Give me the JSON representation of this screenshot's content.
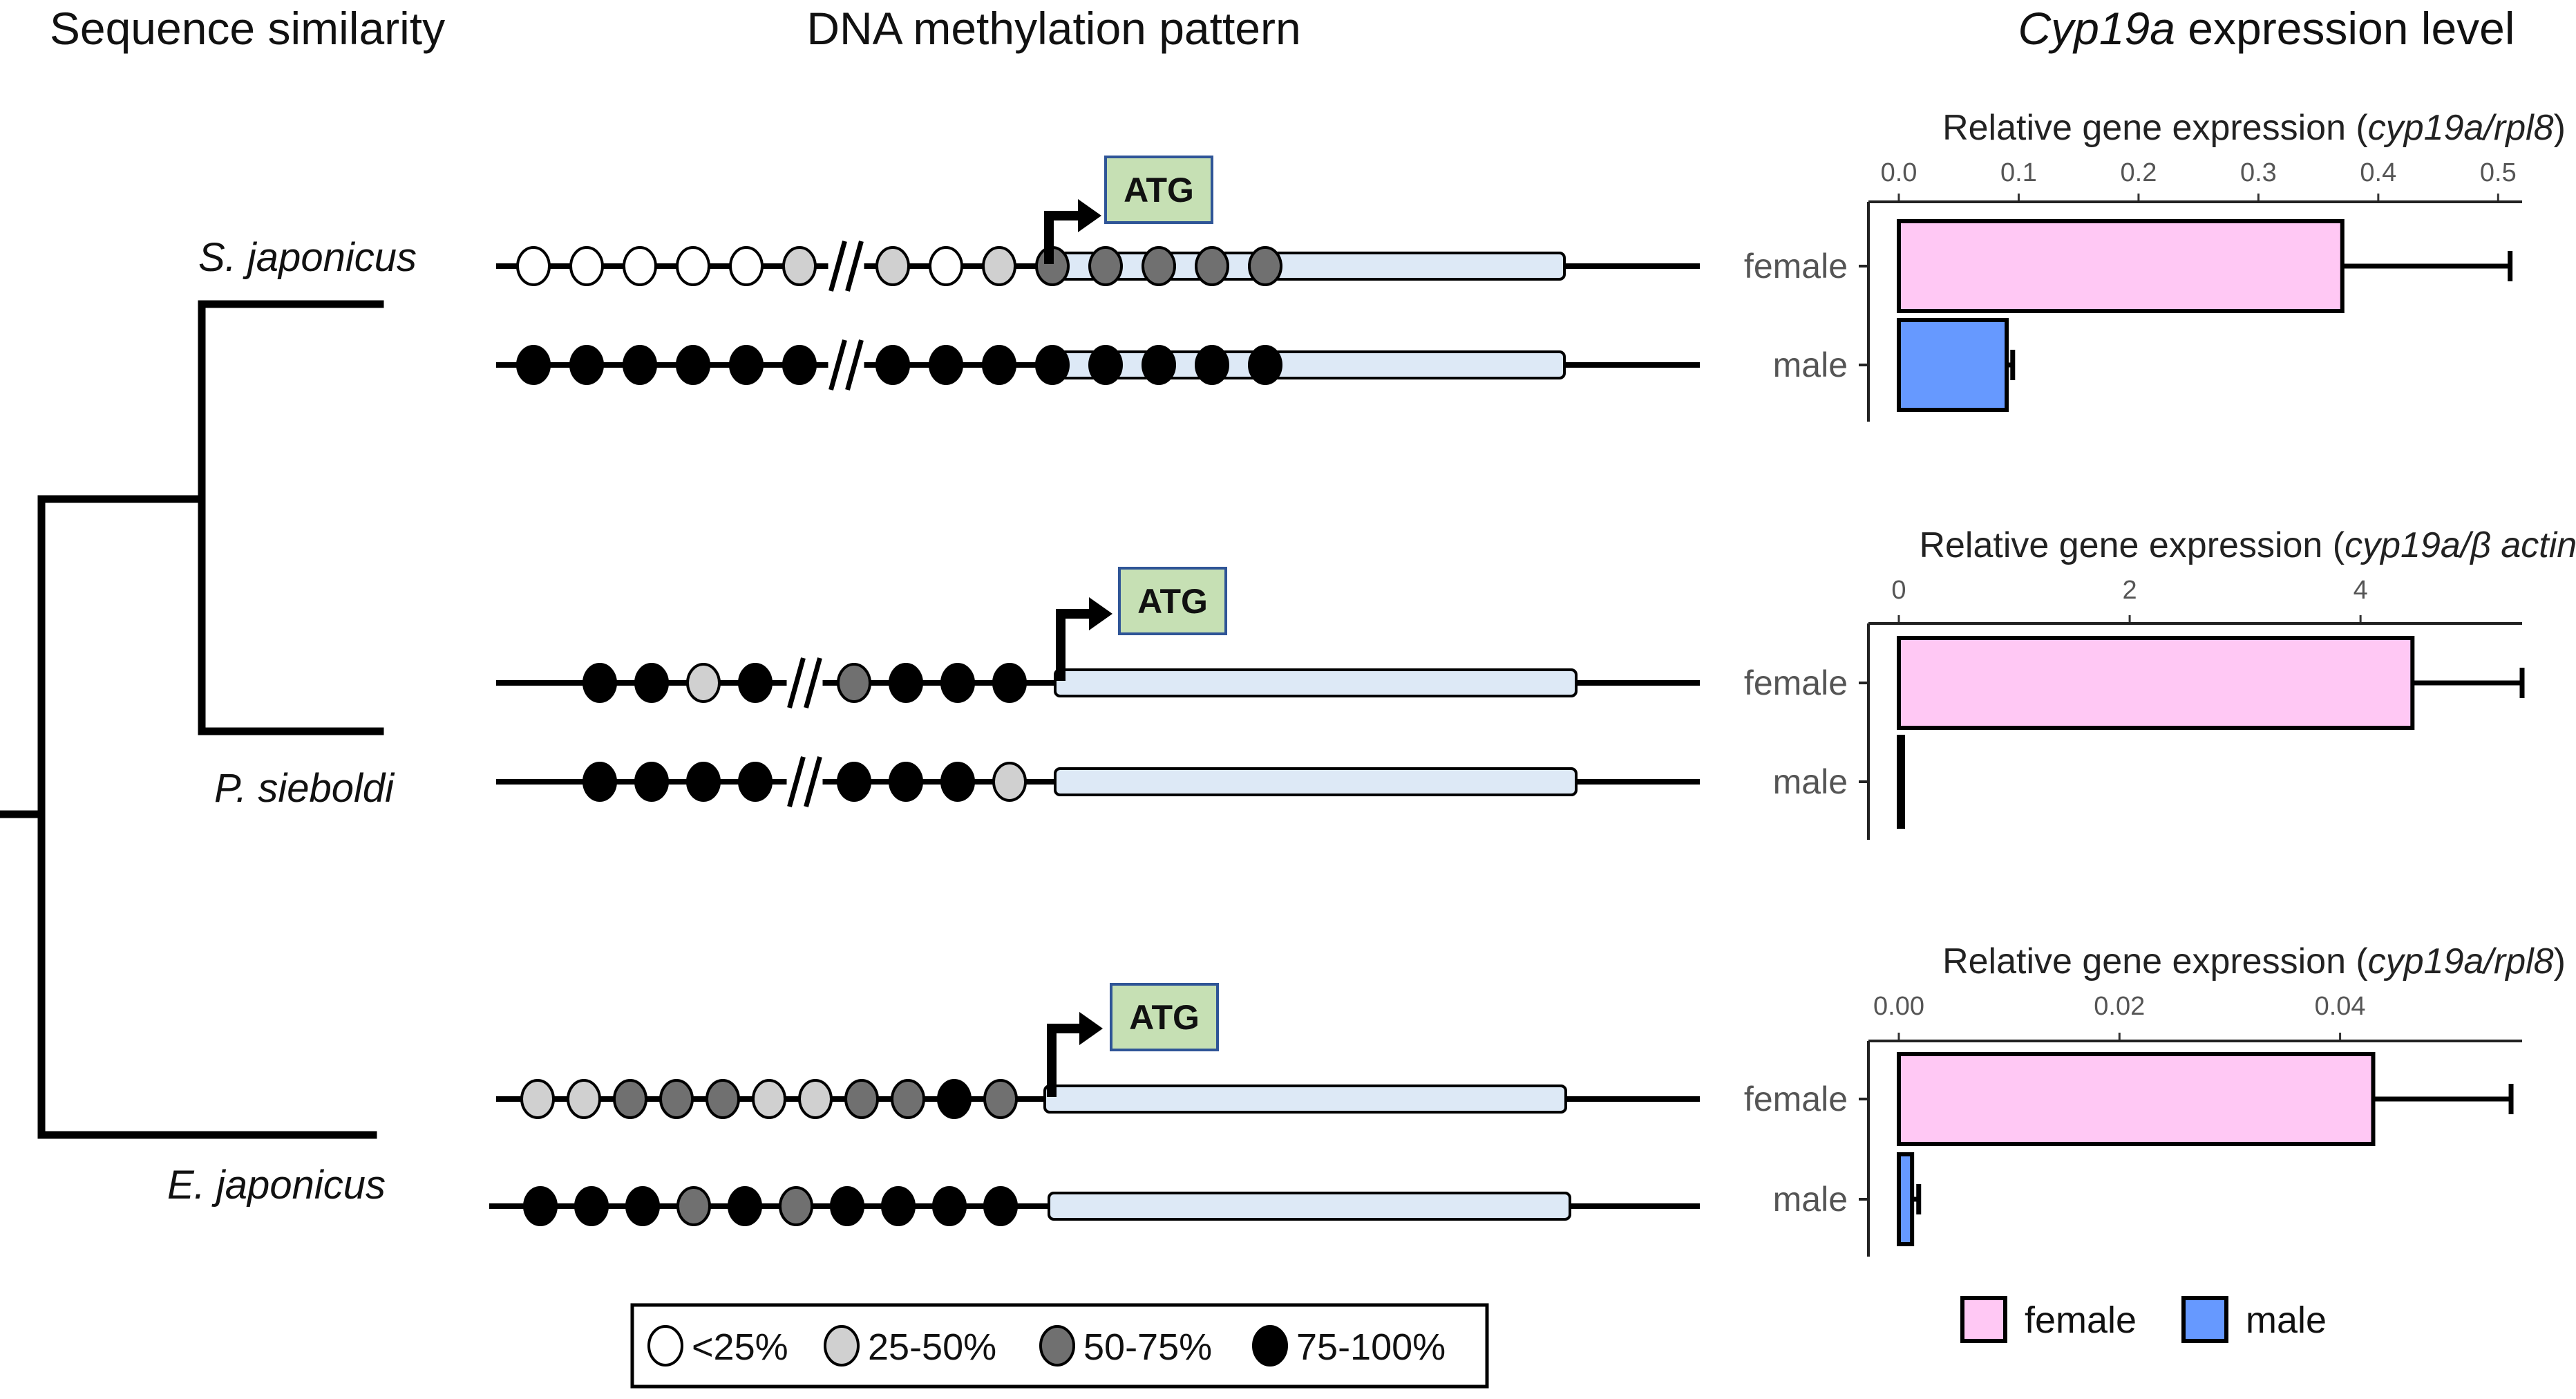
{
  "headers": {
    "sequence_similarity": "Sequence similarity",
    "dna_methylation": "DNA methylation pattern",
    "expression_gene": "Cyp19a",
    "expression_rest": " expression level"
  },
  "species": {
    "s_japonicus": "S. japonicus",
    "p_sieboldi": "P. sieboldi",
    "e_japonicus": "E. japonicus"
  },
  "atg_label": "ATG",
  "methylation_legend": [
    {
      "label": "<25%",
      "color": "#ffffff"
    },
    {
      "label": "25-50%",
      "color": "#d0d0d0"
    },
    {
      "label": "50-75%",
      "color": "#707070"
    },
    {
      "label": "75-100%",
      "color": "#000000"
    }
  ],
  "methylation_rows": [
    {
      "species": "S. japonicus",
      "sex": "female",
      "sites": [
        "white",
        "white",
        "white",
        "white",
        "white",
        "light",
        "break",
        "light",
        "white",
        "light",
        "mid",
        "mid",
        "mid",
        "mid",
        "mid"
      ]
    },
    {
      "species": "S. japonicus",
      "sex": "male",
      "sites": [
        "black",
        "black",
        "black",
        "black",
        "black",
        "black",
        "break",
        "black",
        "black",
        "black",
        "black",
        "black",
        "black",
        "black",
        "black"
      ]
    },
    {
      "species": "P. sieboldi",
      "sex": "female",
      "sites": [
        "black",
        "black",
        "light",
        "black",
        "break",
        "mid",
        "black",
        "black",
        "black"
      ]
    },
    {
      "species": "P. sieboldi",
      "sex": "male",
      "sites": [
        "black",
        "black",
        "black",
        "black",
        "break",
        "black",
        "black",
        "black",
        "light"
      ]
    },
    {
      "species": "E. japonicus",
      "sex": "female",
      "sites": [
        "light",
        "light",
        "mid",
        "mid",
        "mid",
        "light",
        "light",
        "mid",
        "mid",
        "black",
        "mid"
      ]
    },
    {
      "species": "E. japonicus",
      "sex": "male",
      "sites": [
        "black",
        "black",
        "black",
        "mid",
        "black",
        "mid",
        "black",
        "black",
        "black",
        "black"
      ]
    }
  ],
  "chart_data": [
    {
      "type": "bar",
      "orientation": "horizontal",
      "species": "S. japonicus",
      "xlabel_prefix": "Relative gene expression (",
      "xlabel_italic": "cyp19a/rpl8",
      "xlabel_suffix": ")",
      "xlim": [
        0,
        0.52
      ],
      "ticks": [
        0.0,
        0.1,
        0.2,
        0.3,
        0.4,
        0.5
      ],
      "tick_labels": [
        "0.0",
        "0.1",
        "0.2",
        "0.3",
        "0.4",
        "0.5"
      ],
      "categories": [
        "female",
        "male"
      ],
      "values": [
        0.37,
        0.09
      ],
      "errors": [
        0.14,
        0.005
      ],
      "colors": [
        "#ffc8f4",
        "#6699ff"
      ]
    },
    {
      "type": "bar",
      "orientation": "horizontal",
      "species": "P. sieboldi",
      "xlabel_prefix": "Relative gene expression (",
      "xlabel_italic": "cyp19a/β actin",
      "xlabel_suffix": ")",
      "xlim": [
        0,
        5.4
      ],
      "ticks": [
        0,
        2,
        4
      ],
      "tick_labels": [
        "0",
        "2",
        "4"
      ],
      "categories": [
        "female",
        "male"
      ],
      "values": [
        4.45,
        0.02
      ],
      "errors": [
        0.95,
        0.0
      ],
      "colors": [
        "#ffc8f4",
        "#6699ff"
      ]
    },
    {
      "type": "bar",
      "orientation": "horizontal",
      "species": "E. japonicus",
      "xlabel_prefix": "Relative gene expression (",
      "xlabel_italic": "cyp19a/rpl8",
      "xlabel_suffix": ")",
      "xlim": [
        0,
        0.0565
      ],
      "ticks": [
        0.0,
        0.02,
        0.04
      ],
      "tick_labels": [
        "0.00",
        "0.02",
        "0.04"
      ],
      "categories": [
        "female",
        "male"
      ],
      "values": [
        0.043,
        0.0012
      ],
      "errors": [
        0.0125,
        0.0006
      ],
      "colors": [
        "#ffc8f4",
        "#6699ff"
      ]
    }
  ],
  "expression_legend": [
    {
      "label": "female",
      "color": "#ffc8f4"
    },
    {
      "label": "male",
      "color": "#6699ff"
    }
  ]
}
